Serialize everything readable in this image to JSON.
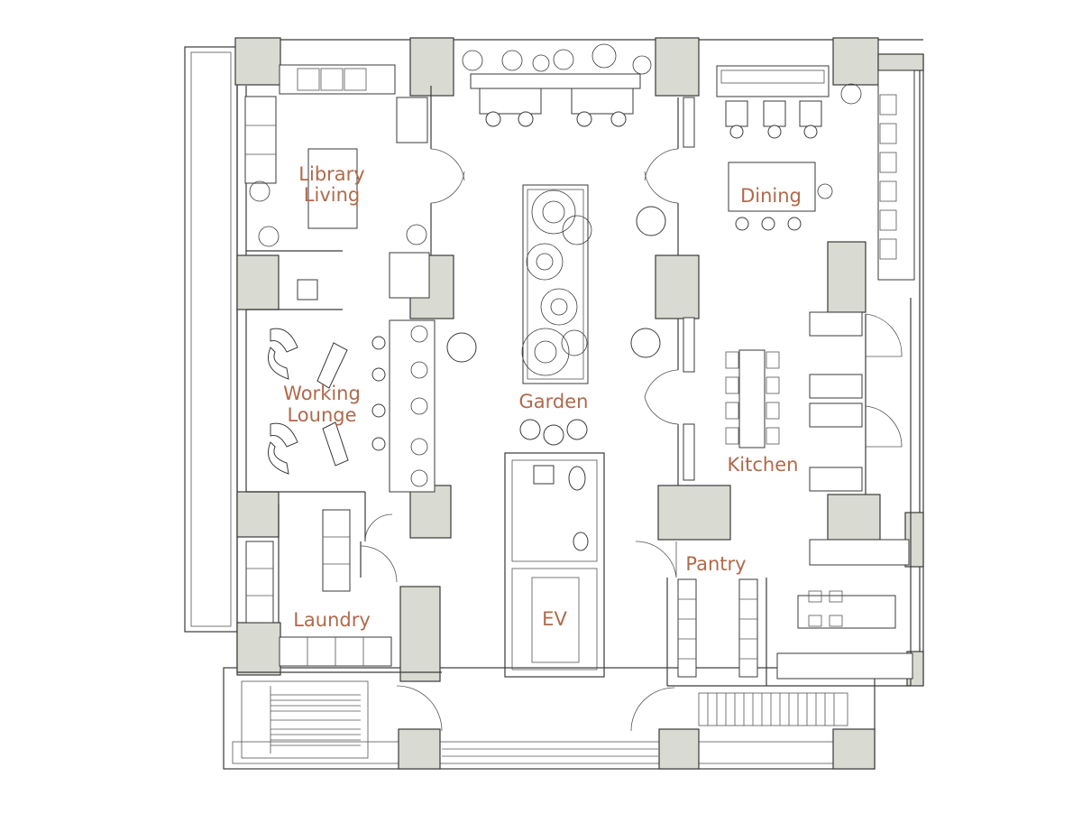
{
  "label_color": "#b0694a",
  "wall_color": "#d9dbd2",
  "rooms": {
    "library_living": [
      "Library",
      "Living"
    ],
    "dining": "Dining",
    "working_lounge": [
      "Working",
      "Lounge"
    ],
    "garden": "Garden",
    "kitchen": "Kitchen",
    "pantry": "Pantry",
    "laundry": "Laundry",
    "ev": "EV"
  }
}
